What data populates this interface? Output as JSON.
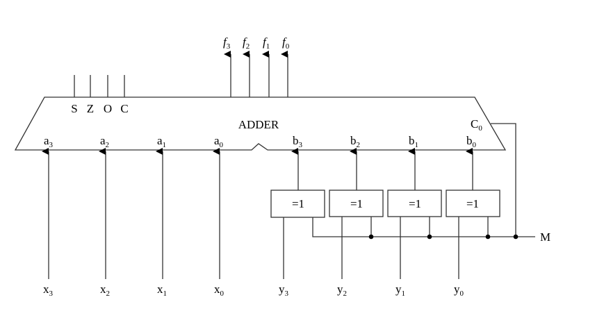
{
  "adder": {
    "title": "ADDER",
    "carry_in": {
      "base": "C",
      "sub": "0"
    }
  },
  "flags": [
    "S",
    "Z",
    "O",
    "C"
  ],
  "outputs": [
    {
      "base": "f",
      "sub": "3"
    },
    {
      "base": "f",
      "sub": "2"
    },
    {
      "base": "f",
      "sub": "1"
    },
    {
      "base": "f",
      "sub": "0"
    }
  ],
  "a_inputs": [
    {
      "base": "a",
      "sub": "3"
    },
    {
      "base": "a",
      "sub": "2"
    },
    {
      "base": "a",
      "sub": "1"
    },
    {
      "base": "a",
      "sub": "0"
    }
  ],
  "b_inputs": [
    {
      "base": "b",
      "sub": "3"
    },
    {
      "base": "b",
      "sub": "2"
    },
    {
      "base": "b",
      "sub": "1"
    },
    {
      "base": "b",
      "sub": "0"
    }
  ],
  "x_signals": [
    {
      "base": "x",
      "sub": "3"
    },
    {
      "base": "x",
      "sub": "2"
    },
    {
      "base": "x",
      "sub": "1"
    },
    {
      "base": "x",
      "sub": "0"
    }
  ],
  "y_signals": [
    {
      "base": "y",
      "sub": "3"
    },
    {
      "base": "y",
      "sub": "2"
    },
    {
      "base": "y",
      "sub": "1"
    },
    {
      "base": "y",
      "sub": "0"
    }
  ],
  "xor_gates": [
    "=1",
    "=1",
    "=1",
    "=1"
  ],
  "mode_signal": "M"
}
